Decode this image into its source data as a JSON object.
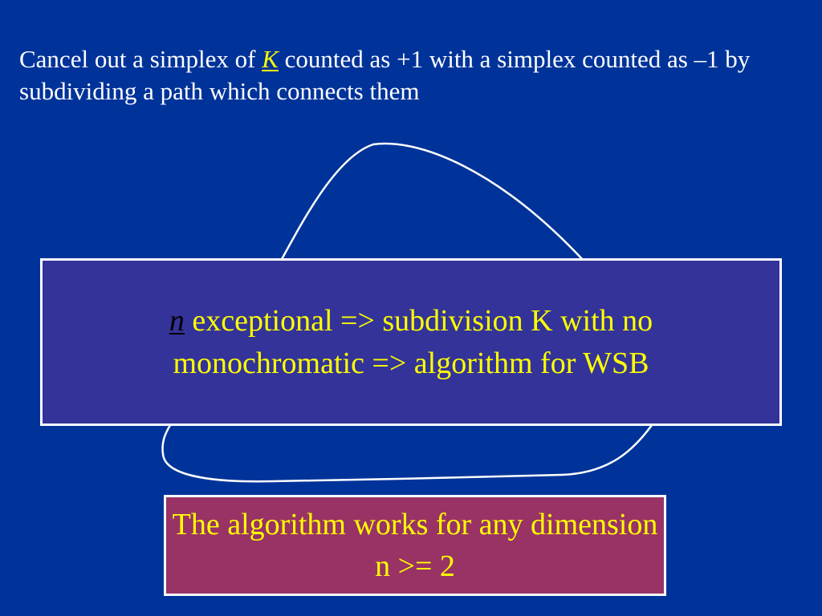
{
  "heading": {
    "part1": "Cancel out a simplex of ",
    "highlight": "K",
    "part2": " counted as +1 with a simplex counted as –1 by subdividing a path which connects them"
  },
  "main_box": {
    "variable": "n",
    "text": " exceptional => subdivision K with no monochromatic => algorithm for WSB"
  },
  "note_box": {
    "text": "The algorithm works for any dimension n >= 2"
  },
  "colors": {
    "background": "#003399",
    "main_box_fill": "#333399",
    "note_box_fill": "#993366",
    "emphasis_text": "#ffff00",
    "body_text": "#ffffff"
  }
}
